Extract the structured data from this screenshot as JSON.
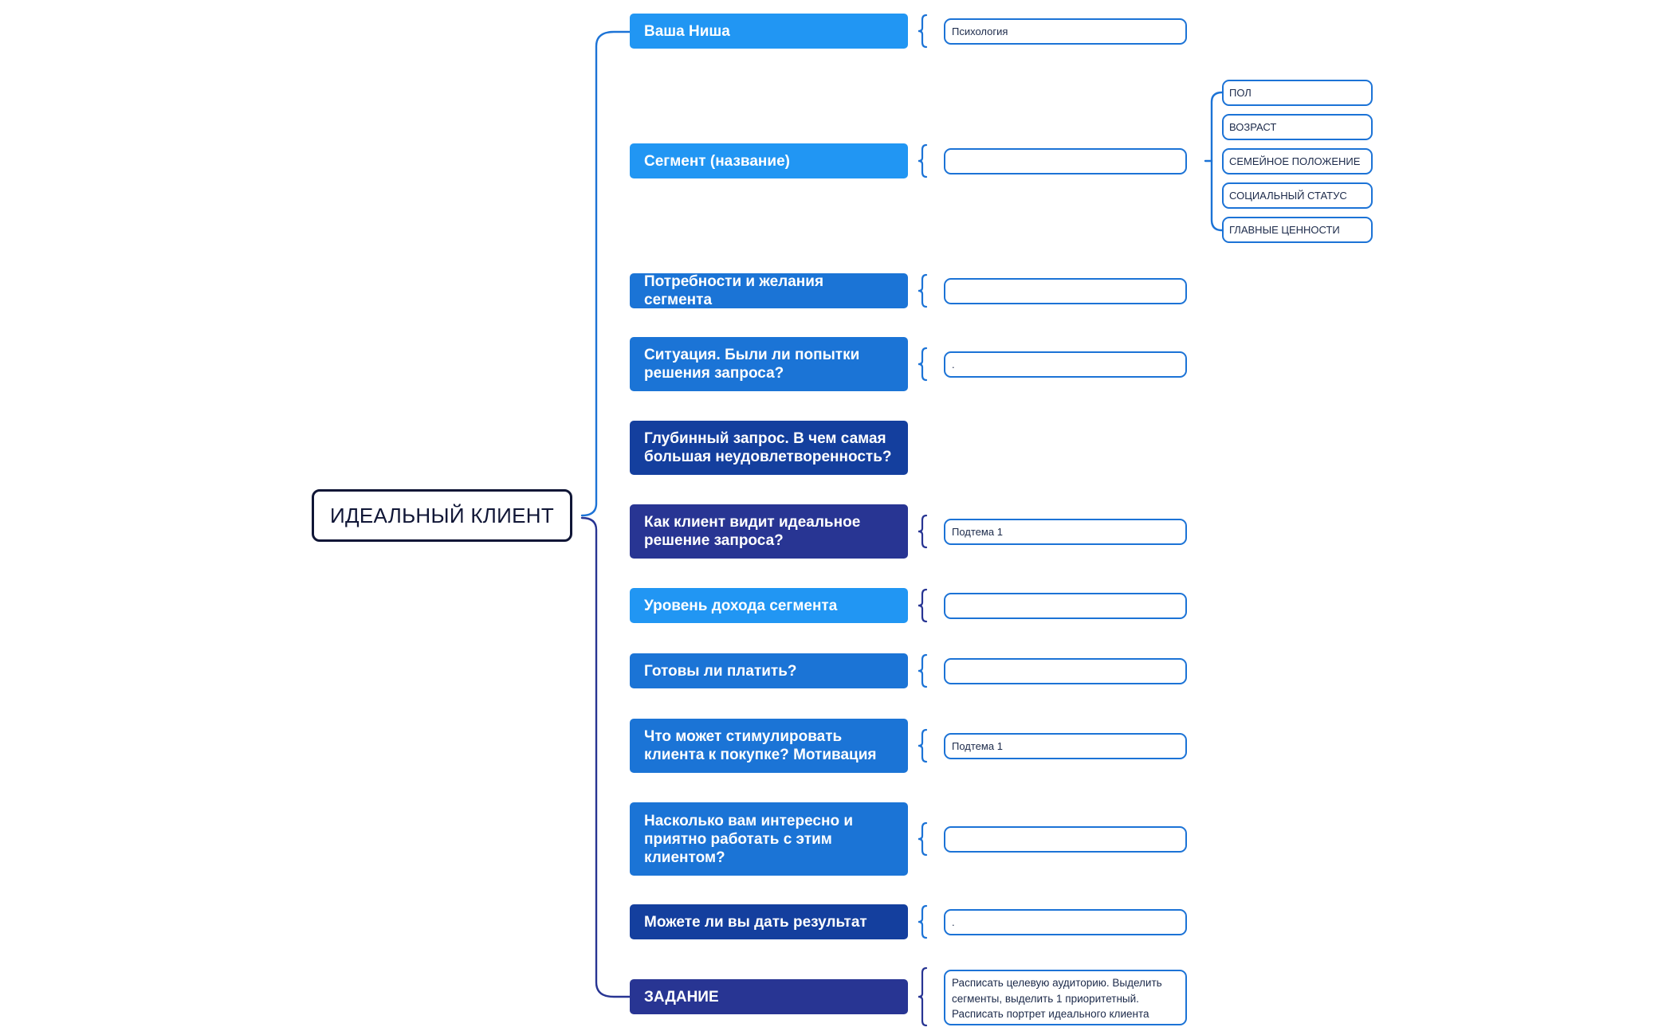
{
  "root": {
    "label": "ИДЕАЛЬНЫЙ КЛИЕНТ"
  },
  "colors": {
    "light_blue": "#2196f3",
    "medium_blue": "#1b74d6",
    "dark_blue": "#143f9e",
    "indigo": "#283593",
    "outline_blue": "#1c73d6",
    "root_border": "#101636"
  },
  "topics": [
    {
      "label": "Ваша Ниша",
      "color": "#2196f3",
      "field": "Психология"
    },
    {
      "label": "Сегмент (название)",
      "color": "#2196f3",
      "field": ""
    },
    {
      "label": "Потребности и желания сегмента",
      "color": "#1b74d6",
      "field": ""
    },
    {
      "label": "Ситуация. Были ли попытки решения запроса?",
      "color": "#1b74d6",
      "field": "."
    },
    {
      "label": "Глубинный запрос. В чем самая большая неудовлетворенность?",
      "color": "#143f9e"
    },
    {
      "label": "Как клиент видит идеальное решение запроса?",
      "color": "#283593",
      "field": "Подтема 1"
    },
    {
      "label": "Уровень дохода сегмента",
      "color": "#2196f3",
      "field": ""
    },
    {
      "label": "Готовы ли платить?",
      "color": "#1b74d6",
      "field": ""
    },
    {
      "label": "Что может стимулировать клиента к покупке? Мотивация",
      "color": "#1b74d6",
      "field": "Подтема 1"
    },
    {
      "label": "Насколько вам интересно и приятно работать с этим клиентом?",
      "color": "#1b74d6",
      "field": ""
    },
    {
      "label": "Можете ли вы дать результат",
      "color": "#143f9e",
      "field": "."
    },
    {
      "label": "ЗАДАНИЕ",
      "color": "#283593",
      "field": "Расписать целевую аудиторию. Выделить сегменты, выделить 1 приоритетный. Расписать портрет идеального клиента"
    }
  ],
  "segment_attributes": [
    "ПОЛ",
    "ВОЗРАСТ",
    "СЕМЕЙНОЕ ПОЛОЖЕНИЕ",
    "СОЦИАЛЬНЫЙ СТАТУС",
    "ГЛАВНЫЕ ЦЕННОСТИ"
  ]
}
